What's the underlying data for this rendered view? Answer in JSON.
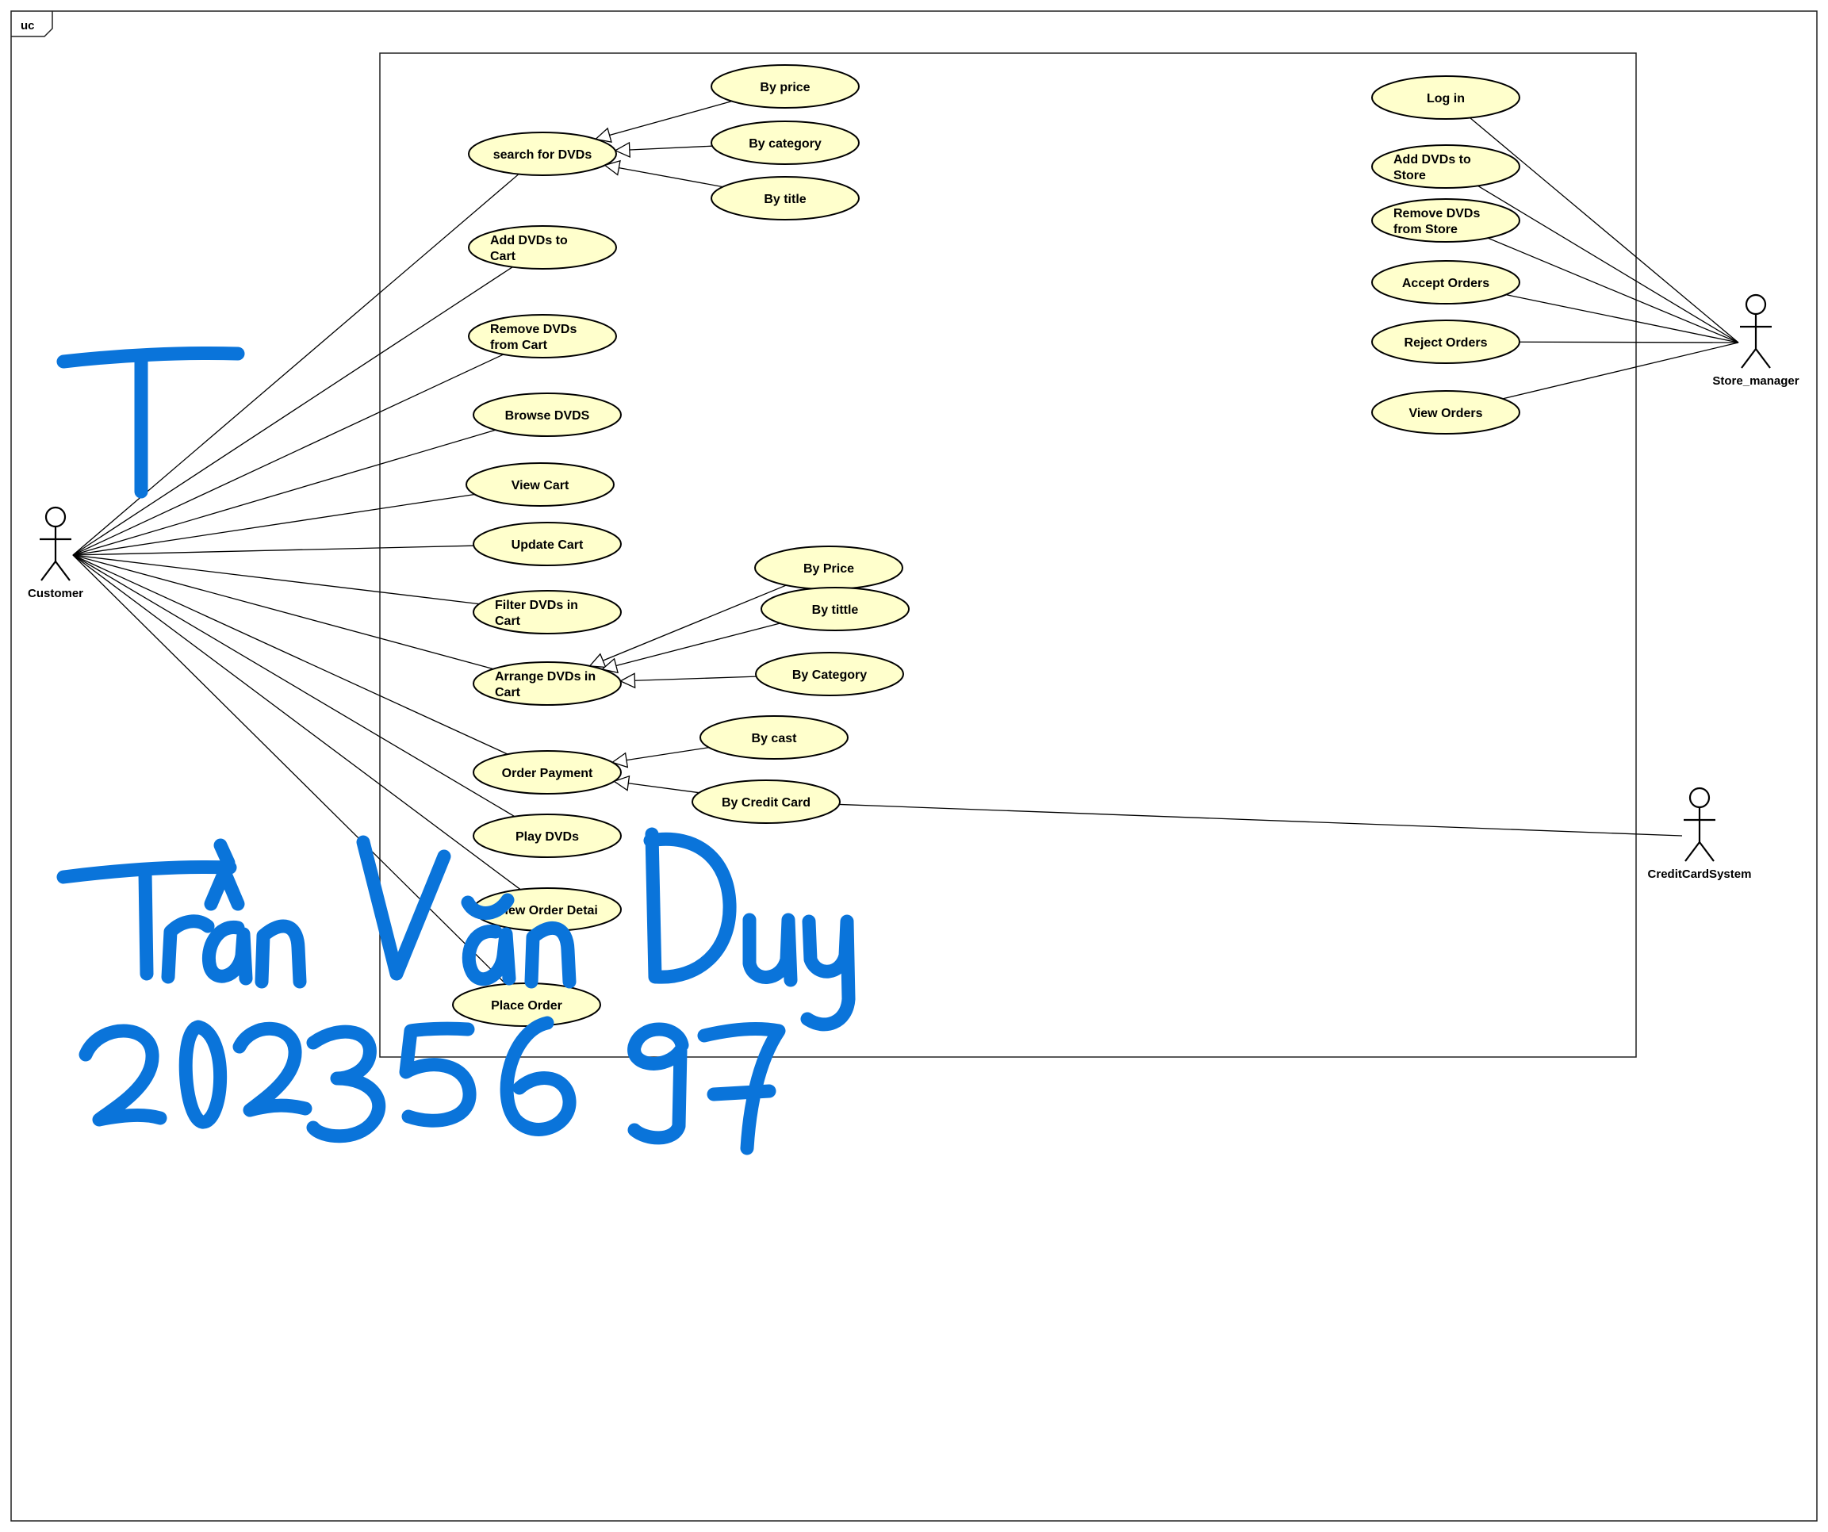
{
  "frame": {
    "label": "uc"
  },
  "colors": {
    "usecase_fill": "#ffffcc",
    "line": "#000000",
    "handwriting": "#0a74da"
  },
  "actors": [
    {
      "id": "customer",
      "name": "Customer"
    },
    {
      "id": "store_manager",
      "name": "Store_manager"
    },
    {
      "id": "credit_card_system",
      "name": "CreditCardSystem"
    }
  ],
  "usecases": [
    {
      "id": "search",
      "lines": [
        "search for DVDs"
      ]
    },
    {
      "id": "by_price_s",
      "lines": [
        "By price"
      ]
    },
    {
      "id": "by_category_s",
      "lines": [
        "By category"
      ]
    },
    {
      "id": "by_title_s",
      "lines": [
        "By title"
      ]
    },
    {
      "id": "add_cart",
      "lines": [
        "Add DVDs to",
        "Cart"
      ]
    },
    {
      "id": "remove_cart",
      "lines": [
        "Remove DVDs",
        "from Cart"
      ]
    },
    {
      "id": "browse",
      "lines": [
        "Browse DVDS"
      ]
    },
    {
      "id": "view_cart",
      "lines": [
        "View Cart"
      ]
    },
    {
      "id": "update_cart",
      "lines": [
        "Update Cart"
      ]
    },
    {
      "id": "filter_cart",
      "lines": [
        "Filter DVDs in",
        "Cart"
      ]
    },
    {
      "id": "arrange_cart",
      "lines": [
        "Arrange DVDs in",
        "Cart"
      ]
    },
    {
      "id": "by_price_a",
      "lines": [
        "By Price"
      ]
    },
    {
      "id": "by_tittle_a",
      "lines": [
        "By tittle"
      ]
    },
    {
      "id": "by_category_a",
      "lines": [
        "By Category"
      ]
    },
    {
      "id": "order_payment",
      "lines": [
        "Order Payment"
      ]
    },
    {
      "id": "by_cast",
      "lines": [
        "By cast"
      ]
    },
    {
      "id": "by_credit_card",
      "lines": [
        "By Credit Card"
      ]
    },
    {
      "id": "play_dvds",
      "lines": [
        "Play DVDs"
      ]
    },
    {
      "id": "view_order_detail",
      "lines": [
        "View Order Detai"
      ]
    },
    {
      "id": "place_order",
      "lines": [
        "Place Order"
      ]
    },
    {
      "id": "log_in",
      "lines": [
        "Log in"
      ]
    },
    {
      "id": "add_store",
      "lines": [
        "Add DVDs to",
        "Store"
      ]
    },
    {
      "id": "remove_store",
      "lines": [
        "Remove DVDs",
        "from Store"
      ]
    },
    {
      "id": "accept_orders",
      "lines": [
        "Accept Orders"
      ]
    },
    {
      "id": "reject_orders",
      "lines": [
        "Reject Orders"
      ]
    },
    {
      "id": "view_orders",
      "lines": [
        "View Orders"
      ]
    }
  ],
  "associations": [
    [
      "customer",
      "search"
    ],
    [
      "customer",
      "add_cart"
    ],
    [
      "customer",
      "remove_cart"
    ],
    [
      "customer",
      "browse"
    ],
    [
      "customer",
      "view_cart"
    ],
    [
      "customer",
      "update_cart"
    ],
    [
      "customer",
      "filter_cart"
    ],
    [
      "customer",
      "arrange_cart"
    ],
    [
      "customer",
      "order_payment"
    ],
    [
      "customer",
      "play_dvds"
    ],
    [
      "customer",
      "view_order_detail"
    ],
    [
      "customer",
      "place_order"
    ],
    [
      "store_manager",
      "log_in"
    ],
    [
      "store_manager",
      "add_store"
    ],
    [
      "store_manager",
      "remove_store"
    ],
    [
      "store_manager",
      "accept_orders"
    ],
    [
      "store_manager",
      "reject_orders"
    ],
    [
      "store_manager",
      "view_orders"
    ],
    [
      "credit_card_system",
      "by_credit_card"
    ]
  ],
  "generalizations": [
    [
      "by_price_s",
      "search"
    ],
    [
      "by_category_s",
      "search"
    ],
    [
      "by_title_s",
      "search"
    ],
    [
      "by_price_a",
      "arrange_cart"
    ],
    [
      "by_tittle_a",
      "arrange_cart"
    ],
    [
      "by_category_a",
      "arrange_cart"
    ],
    [
      "by_cast",
      "order_payment"
    ],
    [
      "by_credit_card",
      "order_payment"
    ]
  ],
  "signature": {
    "name": "Trần Văn Duy",
    "id": "20235697"
  }
}
